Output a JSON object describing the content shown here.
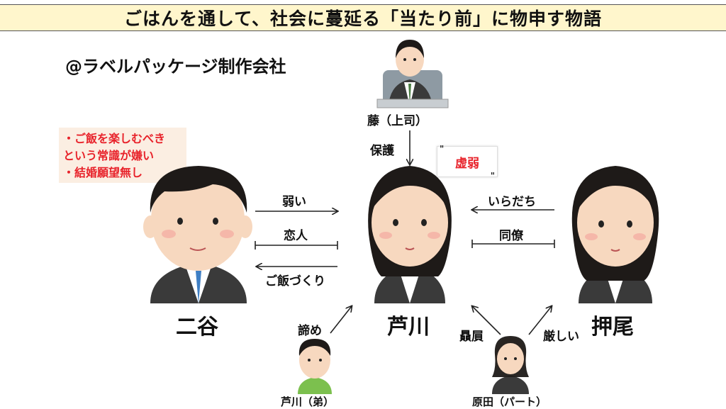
{
  "banner": {
    "title": "ごはんを通して、社会に蔓延る「当たり前」に物申す物語"
  },
  "credit": "@ラベルパッケージ制作会社",
  "note": {
    "lines": [
      "・ご飯を楽しむべき",
      "という常識が嫌い",
      "・結婚願望無し"
    ]
  },
  "characters": {
    "boss": "藤（上司）",
    "nitani": "二谷",
    "ashikawa": "芦川",
    "oshio": "押尾",
    "brother": "芦川（弟）",
    "harada": "原田（パート）"
  },
  "relations": {
    "protect": "保護",
    "weak_tag": "虚弱",
    "weak": "弱い",
    "lover": "恋人",
    "cooking": "ご飯づくり",
    "irritated": "いらだち",
    "colleague": "同僚",
    "resign": "諦め",
    "favor": "贔屓",
    "strict": "厳しい"
  },
  "colors": {
    "banner_bg": "#fff6cc",
    "note_bg": "#fbeee2",
    "accent_red": "#e8232b",
    "suit": "#3a3a3a",
    "hair": "#1e1a18",
    "skin": "#f7d8bf"
  }
}
